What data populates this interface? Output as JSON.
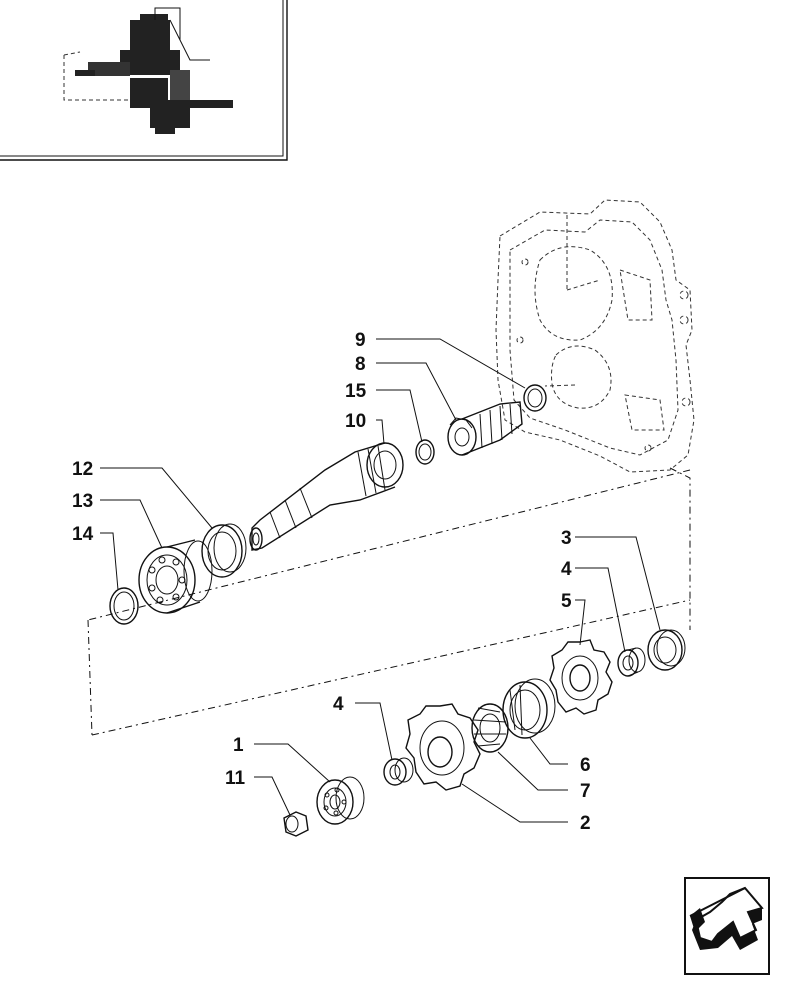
{
  "callouts": {
    "c1": "1",
    "c2": "2",
    "c3": "3",
    "c4a": "4",
    "c4b": "4",
    "c5": "5",
    "c6": "6",
    "c7": "7",
    "c8": "8",
    "c9": "9",
    "c10": "10",
    "c11": "11",
    "c12": "12",
    "c13": "13",
    "c14": "14",
    "c15": "15"
  },
  "colors": {
    "ink": "#111111",
    "background": "#ffffff"
  },
  "icons": {
    "navigation": "back-arrow-icon",
    "locator": "assembly-locator-thumbnail"
  }
}
